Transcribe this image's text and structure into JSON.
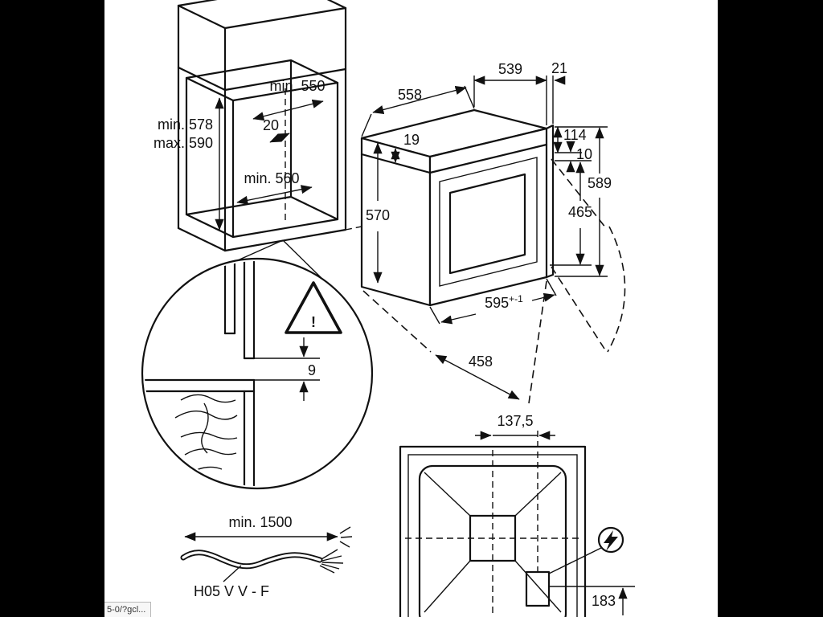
{
  "window": {
    "status_text": "5-0/?gcl..."
  },
  "colors": {
    "background": "#000000",
    "paper": "#ffffff",
    "line": "#111111"
  },
  "icons": {
    "warning": "exclamation-triangle",
    "power": "lightning-bolt"
  },
  "diagram": {
    "cabinet": {
      "niche_depth": "min. 550",
      "rear_gap": "20",
      "shelf_depth": "min. 560",
      "height_min": "min. 578",
      "height_max": "max. 590"
    },
    "oven": {
      "top_width": "539",
      "top_offset": "21",
      "depth": "558",
      "front_lip": "19",
      "rear_top": "114",
      "rear_gap": "10",
      "total_height": "589",
      "front_height": "570",
      "door_height": "465",
      "width": "595",
      "width_tol": "+-1",
      "diagonal": "458"
    },
    "detail": {
      "vent_gap": "9",
      "warning_glyph": "!"
    },
    "cable": {
      "length": "min. 1500",
      "type": "H05 V V - F"
    },
    "rear_panel": {
      "connector_offset": "137,5",
      "connector_height": "183"
    }
  }
}
